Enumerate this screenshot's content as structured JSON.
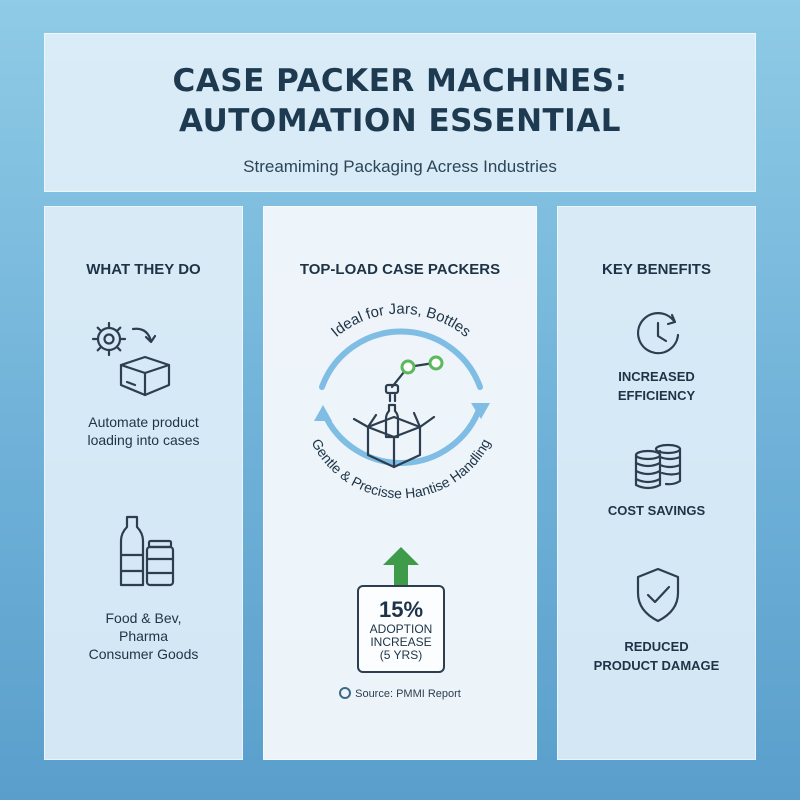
{
  "header": {
    "title_line1": "CASE PACKER MACHINES:",
    "title_line2": "AUTOMATION ESSENTIAL",
    "subtitle": "Streamiming Packaging Acress Industries"
  },
  "left": {
    "title": "WHAT THEY DO",
    "item1_line1": "Automate product",
    "item1_line2": "loading into cases",
    "item2_line1": "Food & Bev,",
    "item2_line2": "Pharma",
    "item2_line3": "Consumer Goods"
  },
  "middle": {
    "title": "TOP-LOAD CASE PACKERS",
    "arc_top": "Ideal for Jars, Bottles",
    "arc_bottom": "Gentle & Precisse Hantise Handling",
    "stat_value": "15%",
    "stat_line1": "ADOPTION",
    "stat_line2": "INCREASE",
    "stat_line3": "(5 YRS)",
    "source": "Source: PMMI Report"
  },
  "right": {
    "title": "KEY BENEFITS",
    "b1_line1": "INCREASED",
    "b1_line2": "EFFICIENCY",
    "b2_line1": "COST SAVINGS",
    "b3_line1": "REDUCED",
    "b3_line2": "PRODUCT DAMAGE"
  },
  "colors": {
    "arrow_green": "#3e9b4a",
    "cycle_blue": "#7fbde4",
    "joint_green": "#5cb85c"
  },
  "icons": [
    "gear-icon",
    "box-icon",
    "bottle-jar-icon",
    "robot-arm-icon",
    "clock-icon",
    "coins-icon",
    "shield-check-icon",
    "up-arrow-icon",
    "source-logo-icon"
  ]
}
